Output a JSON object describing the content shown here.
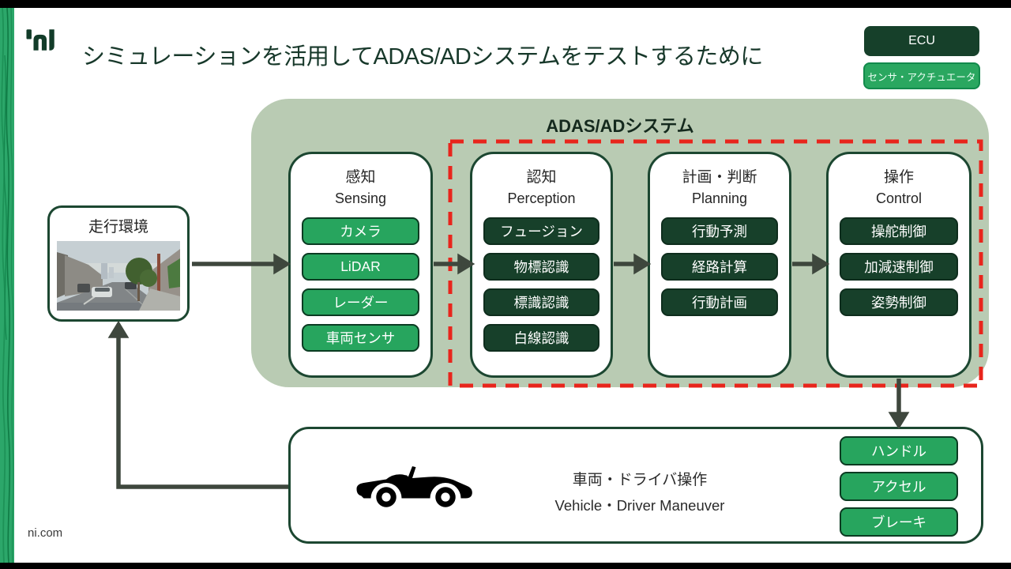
{
  "header": {
    "title": "シミュレーションを活用してADAS/ADシステムをテストするために",
    "logo": "ni-logo"
  },
  "legend": {
    "ecu": "ECU",
    "sensor_actuator": "センサ・アクチュエータ"
  },
  "system": {
    "title": "ADAS/ADシステム",
    "columns": [
      {
        "jp": "感知",
        "en": "Sensing",
        "type": "sensor",
        "buttons": [
          "カメラ",
          "LiDAR",
          "レーダー",
          "車両センサ"
        ]
      },
      {
        "jp": "認知",
        "en": "Perception",
        "type": "ecu",
        "buttons": [
          "フュージョン",
          "物標認識",
          "標識認識",
          "白線認識"
        ]
      },
      {
        "jp": "計画・判断",
        "en": "Planning",
        "type": "ecu",
        "buttons": [
          "行動予測",
          "経路計算",
          "行動計画"
        ]
      },
      {
        "jp": "操作",
        "en": "Control",
        "type": "ecu",
        "buttons": [
          "操舵制御",
          "加減速制御",
          "姿勢制御"
        ]
      }
    ]
  },
  "environment": {
    "label": "走行環境",
    "photo": "street-photo"
  },
  "vehicle": {
    "title_jp": "車両・ドライバ操作",
    "title_en": "Vehicle・Driver Maneuver",
    "icon": "car-icon",
    "buttons": [
      "ハンドル",
      "アクセル",
      "ブレーキ"
    ]
  },
  "footer": {
    "url": "ni.com"
  },
  "colors": {
    "brand_green": "#27a55e",
    "dark_green": "#16402a",
    "container_green": "#b9cbb3",
    "border_green": "#1c4731",
    "alert_red": "#e8251c",
    "arrow": "#3e473d"
  }
}
